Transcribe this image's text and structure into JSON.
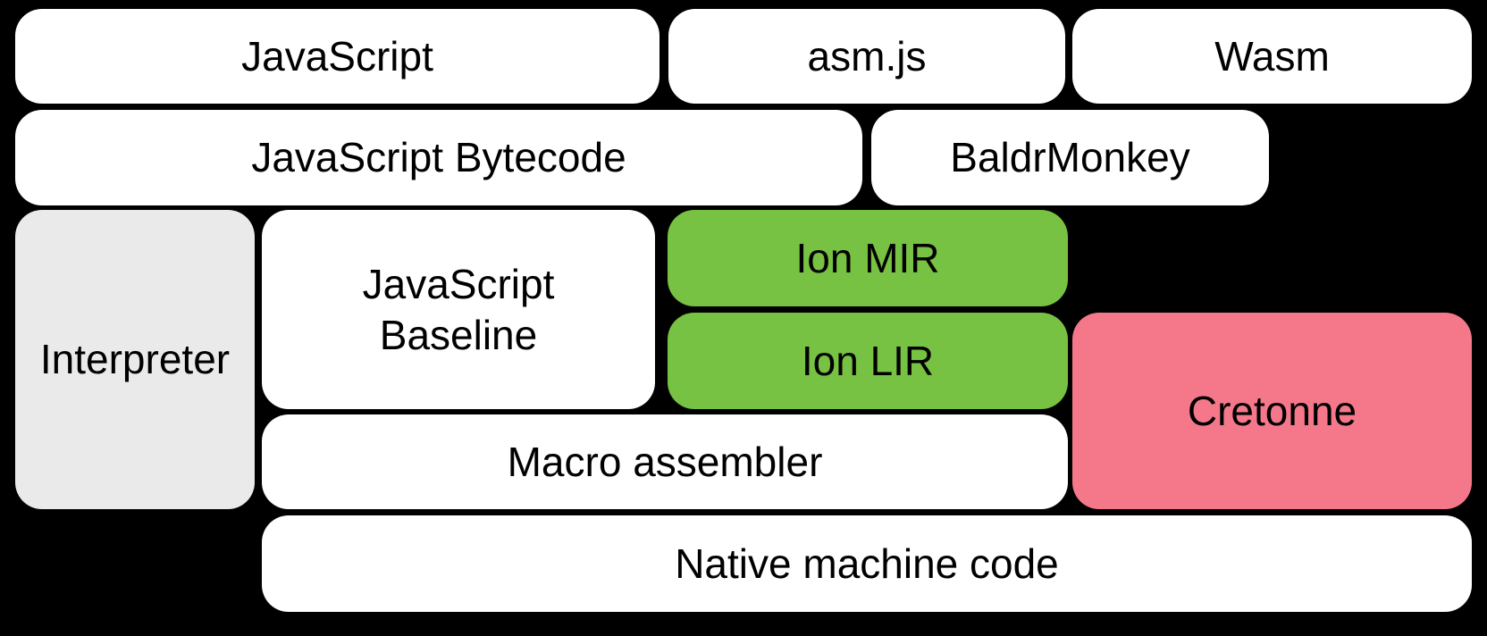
{
  "diagram": {
    "background_color": "#000000",
    "text_color": "#000000",
    "colors": {
      "plain": "#ffffff",
      "interpreter_gray": "#eaeaea",
      "ion_green": "#77c143",
      "cretonne_pink": "#f4788a"
    },
    "nodes": [
      {
        "id": "javascript",
        "label": "JavaScript",
        "color": "#ffffff"
      },
      {
        "id": "asmjs",
        "label": "asm.js",
        "color": "#ffffff"
      },
      {
        "id": "wasm",
        "label": "Wasm",
        "color": "#ffffff"
      },
      {
        "id": "javascript-bytecode",
        "label": "JavaScript Bytecode",
        "color": "#ffffff"
      },
      {
        "id": "baldrmonkey",
        "label": "BaldrMonkey",
        "color": "#ffffff"
      },
      {
        "id": "interpreter",
        "label": "Interpreter",
        "color": "#eaeaea"
      },
      {
        "id": "javascript-baseline",
        "label": "JavaScript\nBaseline",
        "color": "#ffffff"
      },
      {
        "id": "ion-mir",
        "label": "Ion MIR",
        "color": "#77c143"
      },
      {
        "id": "ion-lir",
        "label": "Ion LIR",
        "color": "#77c143"
      },
      {
        "id": "cretonne",
        "label": "Cretonne",
        "color": "#f4788a"
      },
      {
        "id": "macro-assembler",
        "label": "Macro assembler",
        "color": "#ffffff"
      },
      {
        "id": "native-machine-code",
        "label": "Native machine code",
        "color": "#ffffff"
      }
    ]
  }
}
